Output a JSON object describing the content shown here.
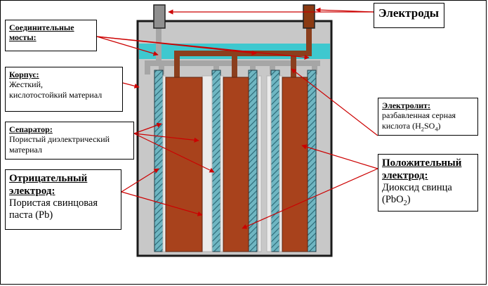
{
  "labels": {
    "electrodes": {
      "title": "Электроды"
    },
    "bridges": {
      "title": "Соединительные мосты:"
    },
    "case": {
      "title": "Корпус:",
      "line1": "Жесткий,",
      "line2": "кислотостойкий материал"
    },
    "separator": {
      "title": "Сепаратор:",
      "line1": "Пористый диэлектрический",
      "line2": "материал"
    },
    "negative": {
      "title1": "Отрицательный",
      "title2": "электрод:",
      "line1": "Пористая свинцовая",
      "line2": "паста (Pb)"
    },
    "electrolyte": {
      "title": "Электролит:",
      "line1": "разбавленная серная",
      "line2_pre": "кислота (H",
      "line2_sub1": "2",
      "line2_mid": "SO",
      "line2_sub2": "4",
      "line2_post": ")"
    },
    "positive": {
      "title1": "Положительный",
      "title2": "электрод:",
      "line1": "Диоксид свинца",
      "line2_pre": "(PbO",
      "line2_sub": "2",
      "line2_post": ")"
    }
  },
  "colors": {
    "case": "#c8c8c8",
    "case_border": "#1a1a1a",
    "electrolyte": "#3ec8cf",
    "bridge_gray": "#a6a6a6",
    "positive": "#a8421c",
    "negative_hatch": "#4e9aa8",
    "separator": "#e8e8e8",
    "leader": "#cc0000"
  }
}
